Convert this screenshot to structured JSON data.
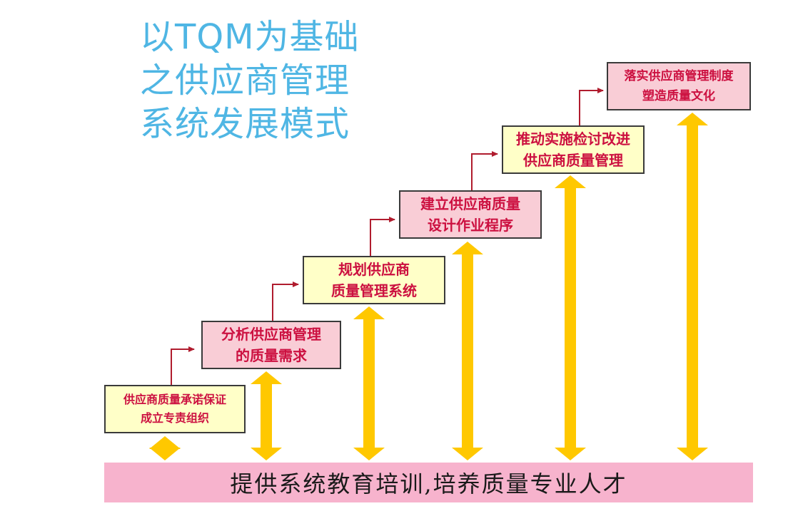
{
  "title": {
    "lines": [
      "以TQM为基础",
      "之供应商管理",
      "系统发展模式"
    ]
  },
  "steps": [
    {
      "lines": [
        "供应商质量承诺保证",
        "成立专责组织"
      ],
      "fill": "#ffffc8"
    },
    {
      "lines": [
        "分析供应商管理",
        "的质量需求"
      ],
      "fill": "#f9cdd6"
    },
    {
      "lines": [
        "规划供应商",
        "质量管理系统"
      ],
      "fill": "#ffffc8"
    },
    {
      "lines": [
        "建立供应商质量",
        "设计作业程序"
      ],
      "fill": "#f9cdd6"
    },
    {
      "lines": [
        "推动实施检讨改进",
        "供应商质量管理"
      ],
      "fill": "#ffffc8"
    },
    {
      "lines": [
        "落实供应商管理制度",
        "塑造质量文化"
      ],
      "fill": "#f9cdd6"
    }
  ],
  "base_bar": {
    "label": "提供系统教育培训,培养质量专业人才",
    "fill": "#f7b3cd"
  },
  "colors": {
    "title": "#4fb6e4",
    "step_text": "#cc1040",
    "connector": "#b01c2e",
    "double_arrow": "#ffc800"
  }
}
